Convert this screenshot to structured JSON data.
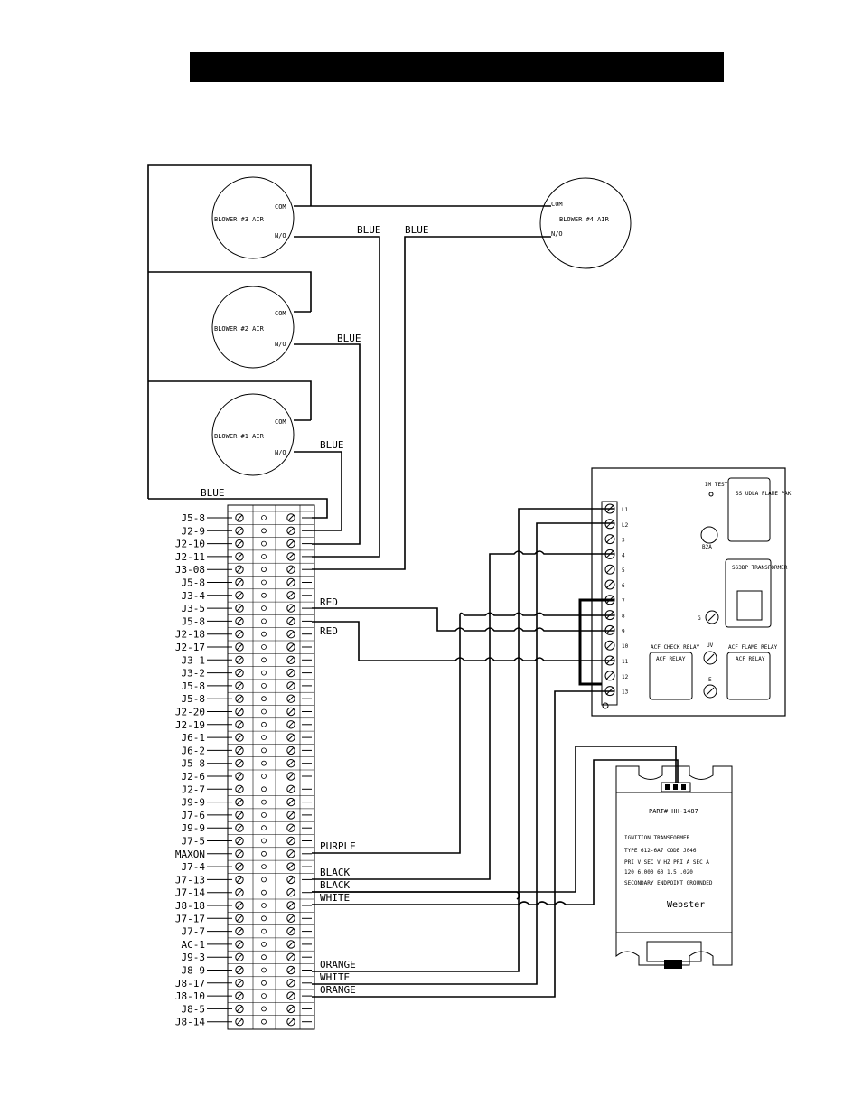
{
  "title_bar": {
    "text": ""
  },
  "blowers": [
    {
      "label": "BLOWER #3 AIR",
      "com": "COM",
      "no": "N/O"
    },
    {
      "label": "BLOWER #2 AIR",
      "com": "COM",
      "no": "N/O"
    },
    {
      "label": "BLOWER #1 AIR",
      "com": "COM",
      "no": "N/O"
    },
    {
      "label": "BLOWER #4 AIR",
      "com": "COM",
      "no": "N/O"
    }
  ],
  "wire_labels": {
    "blue": "BLUE",
    "red": "RED",
    "purple": "PURPLE",
    "black": "BLACK",
    "white": "WHITE",
    "orange": "ORANGE"
  },
  "terminal_labels": [
    "J5-8",
    "J2-9",
    "J2-10",
    "J2-11",
    "J3-08",
    "J5-8",
    "J3-4",
    "J3-5",
    "J5-8",
    "J2-18",
    "J2-17",
    "J3-1",
    "J3-2",
    "J5-8",
    "J5-8",
    "J2-20",
    "J2-19",
    "J6-1",
    "J6-2",
    "J5-8",
    "J2-6",
    "J2-7",
    "J9-9",
    "J7-6",
    "J9-9",
    "J7-5",
    "MAXON",
    "J7-4",
    "J7-13",
    "J7-14",
    "J8-18",
    "J7-17",
    "J7-7",
    "AC-1",
    "J9-3",
    "J8-9",
    "J8-17",
    "J8-10",
    "J8-5",
    "J8-14"
  ],
  "flame_pak": {
    "terminals": [
      "L1",
      "L2",
      "3",
      "4",
      "5",
      "6",
      "7",
      "8",
      "9",
      "10",
      "11",
      "12",
      "13"
    ],
    "test": "IM TEST",
    "ss_label": "SS UDLA FLAME PAK",
    "b2a": "B2A",
    "transformer": "SS3DP TRANSFORMER",
    "g": "G",
    "uv": "UV",
    "e": "E",
    "check_relay_title": "ACF CHECK RELAY",
    "check_relay": "ACF RELAY",
    "flame_relay_title": "ACF FLAME RELAY",
    "flame_relay": "ACF RELAY"
  },
  "ignition": {
    "part": "PART# HH-1487",
    "line1": "IGNITION TRANSFORMER",
    "line2": "TYPE 612-6A7        CODE J046",
    "line3": "PRI V   SEC V   HZ   PRI A   SEC A",
    "line4": "120     6,000   60   1.5     .020",
    "line5": "SECONDARY ENDPOINT GROUNDED",
    "brand": "Webster"
  }
}
